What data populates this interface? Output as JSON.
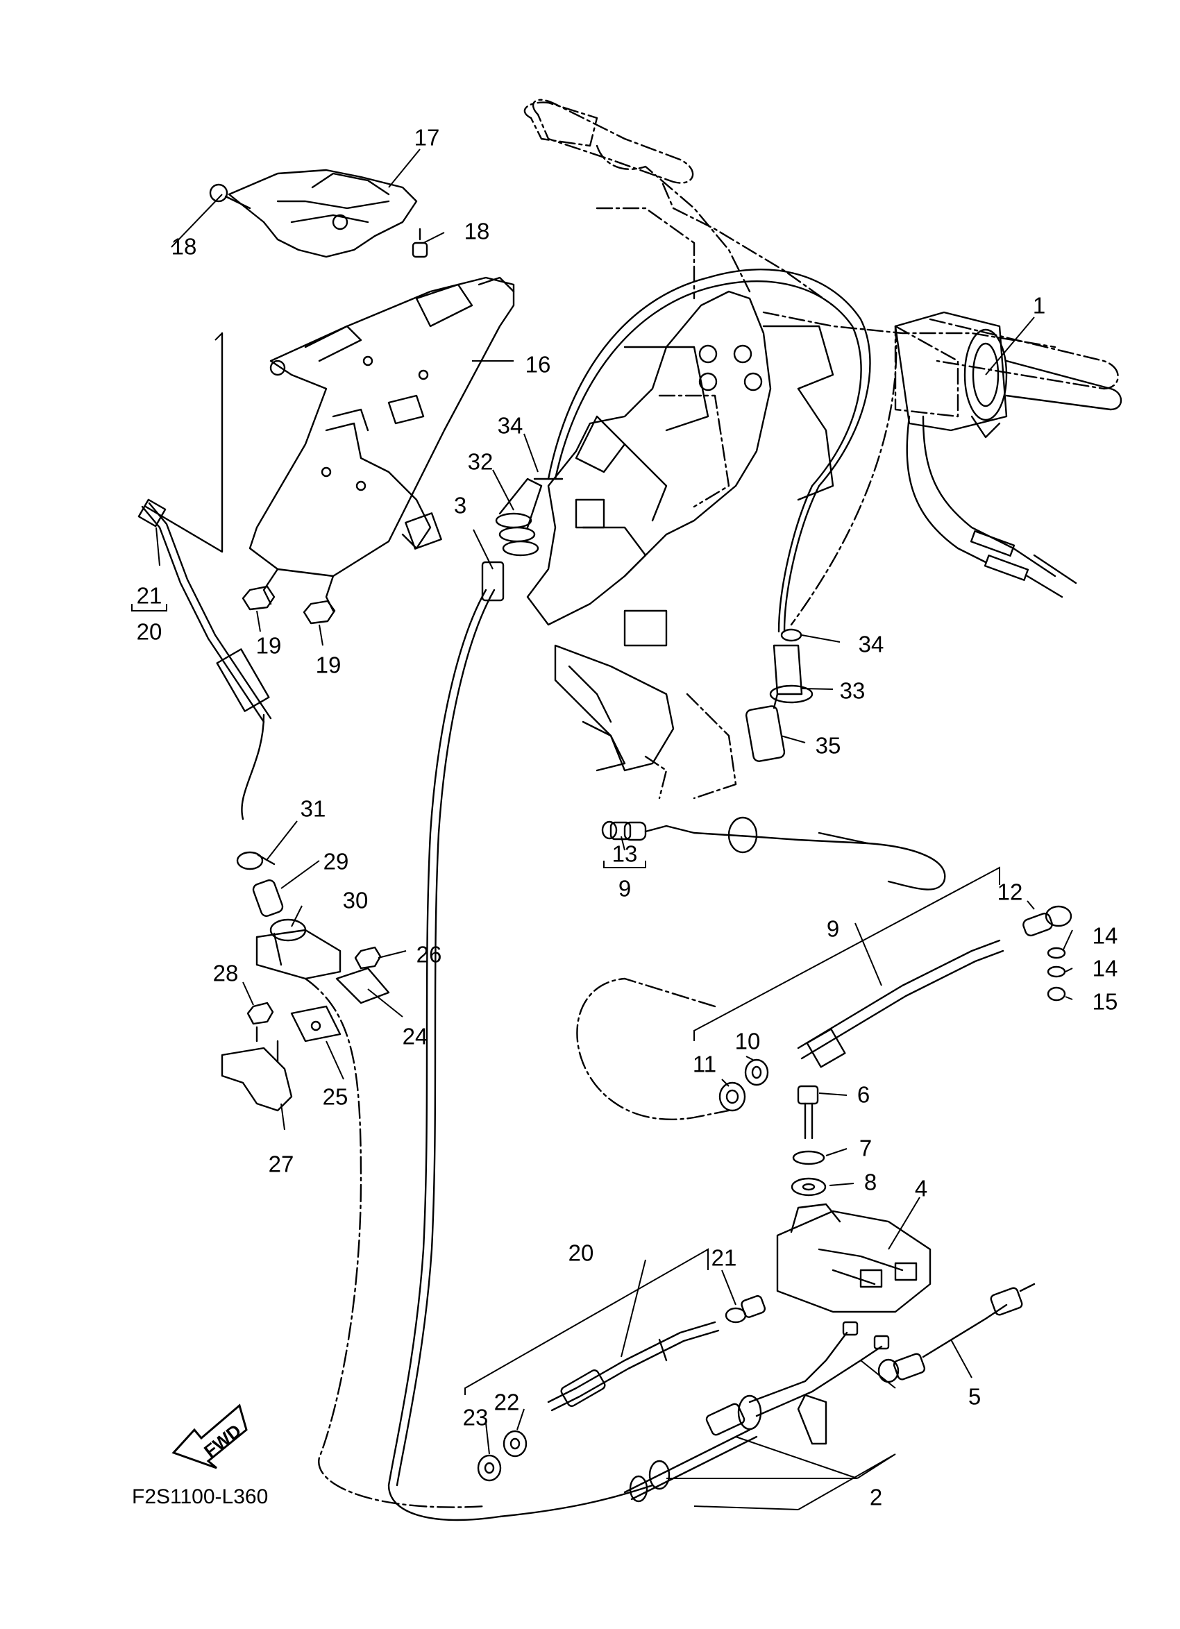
{
  "diagram_code": "F2S1100-L360",
  "fwd_label": "FWD",
  "callouts": {
    "c1": "1",
    "c2": "2",
    "c3": "3",
    "c4": "4",
    "c5": "5",
    "c6": "6",
    "c7": "7",
    "c8": "8",
    "c9a": "9",
    "c9b": "9",
    "c10": "10",
    "c11": "11",
    "c12": "12",
    "c13": "13",
    "c14a": "14",
    "c14b": "14",
    "c15": "15",
    "c16": "16",
    "c17": "17",
    "c18a": "18",
    "c18b": "18",
    "c19a": "19",
    "c19b": "19",
    "c20a": "20",
    "c20b": "20",
    "c21a": "21",
    "c21b": "21",
    "c22": "22",
    "c23": "23",
    "c24": "24",
    "c25": "25",
    "c26": "26",
    "c27": "27",
    "c28": "28",
    "c29": "29",
    "c30": "30",
    "c31": "31",
    "c32": "32",
    "c33": "33",
    "c34a": "34",
    "c34b": "34",
    "c35": "35"
  }
}
